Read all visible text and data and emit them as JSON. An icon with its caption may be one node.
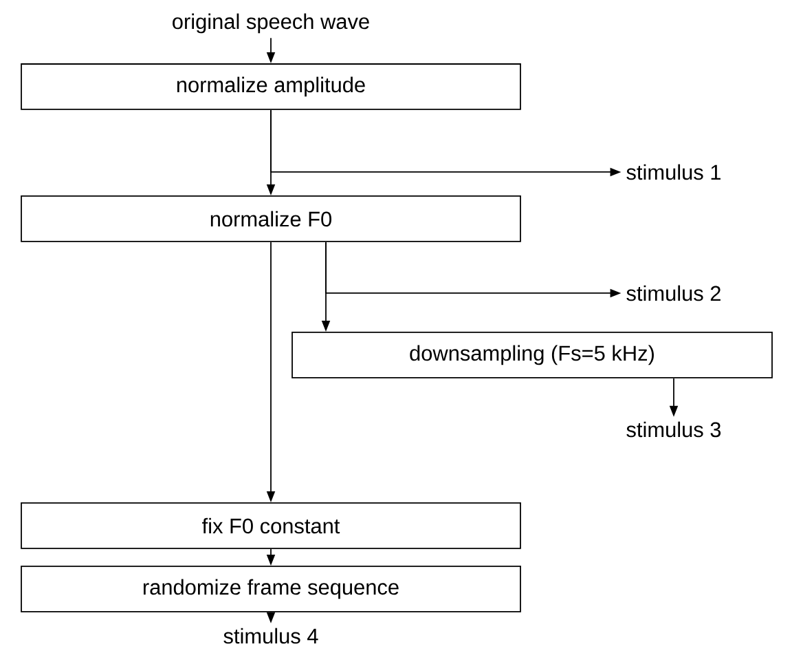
{
  "diagram": {
    "nodes": [
      {
        "text": [
          "original speech wave"
        ]
      },
      {
        "text": [
          "normalize amplitude"
        ]
      },
      {
        "text": [
          "stimulus 1"
        ]
      },
      {
        "text": [
          "normalize F0"
        ]
      },
      {
        "text": [
          "stimulus 2"
        ]
      },
      {
        "text": [
          "downsampling (Fs=5 kHz)"
        ]
      },
      {
        "text": [
          "stimulus 3"
        ]
      },
      {
        "text": [
          "fix F0 constant"
        ]
      },
      {
        "text": [
          "randomize frame sequence"
        ]
      },
      {
        "text": [
          "stimulus 4"
        ]
      }
    ],
    "edges": [
      {
        "from": 0,
        "to": 1,
        "arrow": "to"
      },
      {
        "from": 1,
        "to": 2,
        "arrow": "to"
      },
      {
        "from": 1,
        "to": 3,
        "arrow": "to"
      },
      {
        "from": 3,
        "to": 4,
        "arrow": "to"
      },
      {
        "from": 3,
        "to": 5,
        "arrow": "to"
      },
      {
        "from": 5,
        "to": 6,
        "arrow": "to"
      },
      {
        "from": 3,
        "to": 7,
        "arrow": "to"
      },
      {
        "from": 7,
        "to": 8,
        "arrow": "to"
      },
      {
        "from": 8,
        "to": 9,
        "arrow": "to"
      }
    ]
  }
}
